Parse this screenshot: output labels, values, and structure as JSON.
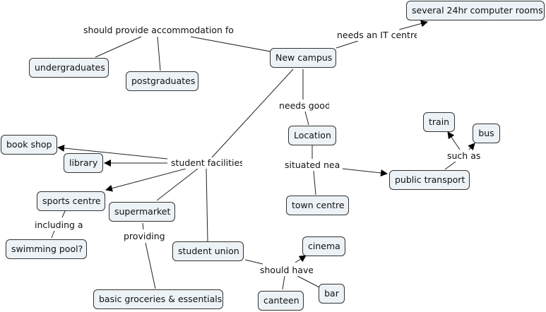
{
  "diagram": {
    "type": "concept-map",
    "nodes": {
      "new_campus": "New campus",
      "computer_rooms": "several 24hr computer rooms",
      "undergraduates": "undergraduates",
      "postgraduates": "postgraduates",
      "location": "Location",
      "town_centre": "town centre",
      "public_transport": "public transport",
      "train": "train",
      "bus": "bus",
      "book_shop": "book shop",
      "library": "library",
      "sports_centre": "sports centre",
      "swimming_pool": "swimming pool?",
      "supermarket": "supermarket",
      "groceries": "basic groceries & essentials",
      "student_union": "student union",
      "cinema": "cinema",
      "canteen": "canteen",
      "bar": "bar"
    },
    "link_labels": {
      "accommodation": "should provide accommodation fo",
      "it_centre": "needs an IT centre",
      "needs_good": "needs good",
      "situated_near": "situated nea",
      "such_as": "such as",
      "student_facilities": "student facilities",
      "including": "including a",
      "providing": "providing",
      "should_have": "should have"
    },
    "edges": [
      {
        "from": "new_campus",
        "via": "accommodation",
        "to": [
          "undergraduates",
          "postgraduates"
        ]
      },
      {
        "from": "new_campus",
        "via": "it_centre",
        "to": [
          "computer_rooms"
        ]
      },
      {
        "from": "new_campus",
        "via": "needs_good",
        "to": [
          "location"
        ]
      },
      {
        "from": "location",
        "via": "situated_near",
        "to": [
          "town_centre",
          "public_transport"
        ]
      },
      {
        "from": "public_transport",
        "via": "such_as",
        "to": [
          "train",
          "bus"
        ]
      },
      {
        "from": "new_campus",
        "via": "student_facilities",
        "to": [
          "book_shop",
          "library",
          "sports_centre",
          "supermarket",
          "student_union"
        ]
      },
      {
        "from": "sports_centre",
        "via": "including",
        "to": [
          "swimming_pool"
        ]
      },
      {
        "from": "supermarket",
        "via": "providing",
        "to": [
          "groceries"
        ]
      },
      {
        "from": "student_union",
        "via": "should_have",
        "to": [
          "cinema",
          "canteen",
          "bar"
        ]
      }
    ]
  }
}
